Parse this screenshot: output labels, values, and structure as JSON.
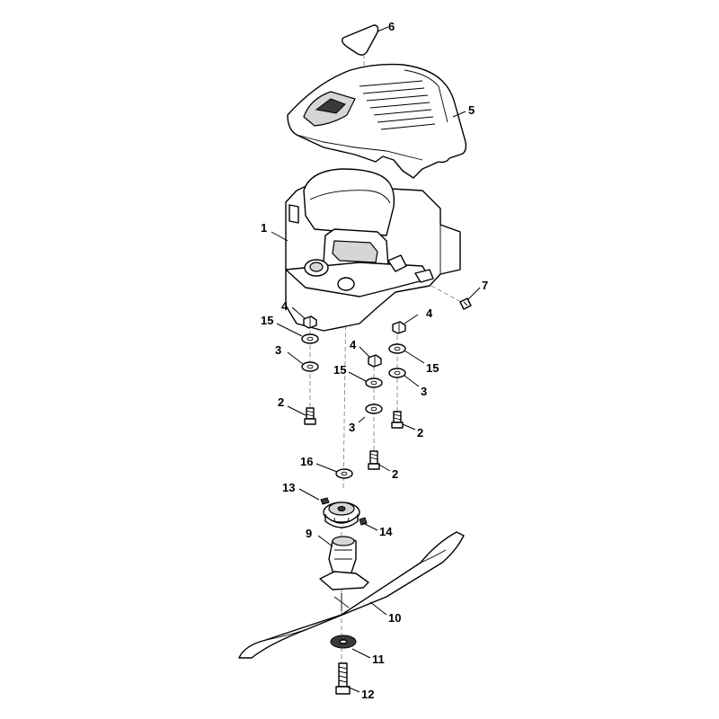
{
  "callouts": {
    "c1": "1",
    "c2a": "2",
    "c2b": "2",
    "c2c": "2",
    "c3a": "3",
    "c3b": "3",
    "c3c": "3",
    "c4a": "4",
    "c4b": "4",
    "c4c": "4",
    "c5": "5",
    "c6": "6",
    "c7": "7",
    "c9": "9",
    "c10": "10",
    "c11": "11",
    "c12": "12",
    "c13": "13",
    "c14": "14",
    "c15a": "15",
    "c15b": "15",
    "c15c": "15",
    "c16": "16"
  }
}
